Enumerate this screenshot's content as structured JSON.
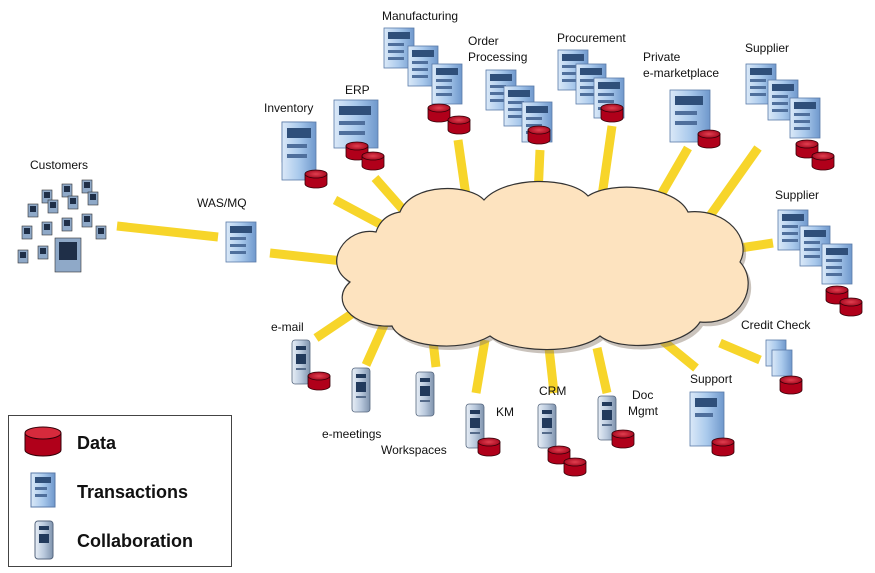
{
  "labels": {
    "customers": "Customers",
    "was_mq": "WAS/MQ",
    "inventory": "Inventory",
    "erp": "ERP",
    "manufacturing": "Manufacturing",
    "order_processing_1": "Order",
    "order_processing_2": "Processing",
    "procurement": "Procurement",
    "private_1": "Private",
    "private_2": "e-marketplace",
    "supplier_top": "Supplier",
    "supplier_right": "Supplier",
    "credit_check": "Credit Check",
    "support": "Support",
    "doc_mgmt_1": "Doc",
    "doc_mgmt_2": "Mgmt",
    "crm": "CRM",
    "km": "KM",
    "workspaces": "Workspaces",
    "e_meetings": "e-meetings",
    "e_mail": "e-mail"
  },
  "legend": {
    "data": "Data",
    "transactions": "Transactions",
    "collaboration": "Collaboration"
  },
  "colors": {
    "cloud_fill": "#fde3bf",
    "cloud_stroke": "#333333",
    "connector": "#f7d52a",
    "data_red": "#c8102e",
    "server_blue": "#9ec2e8"
  }
}
